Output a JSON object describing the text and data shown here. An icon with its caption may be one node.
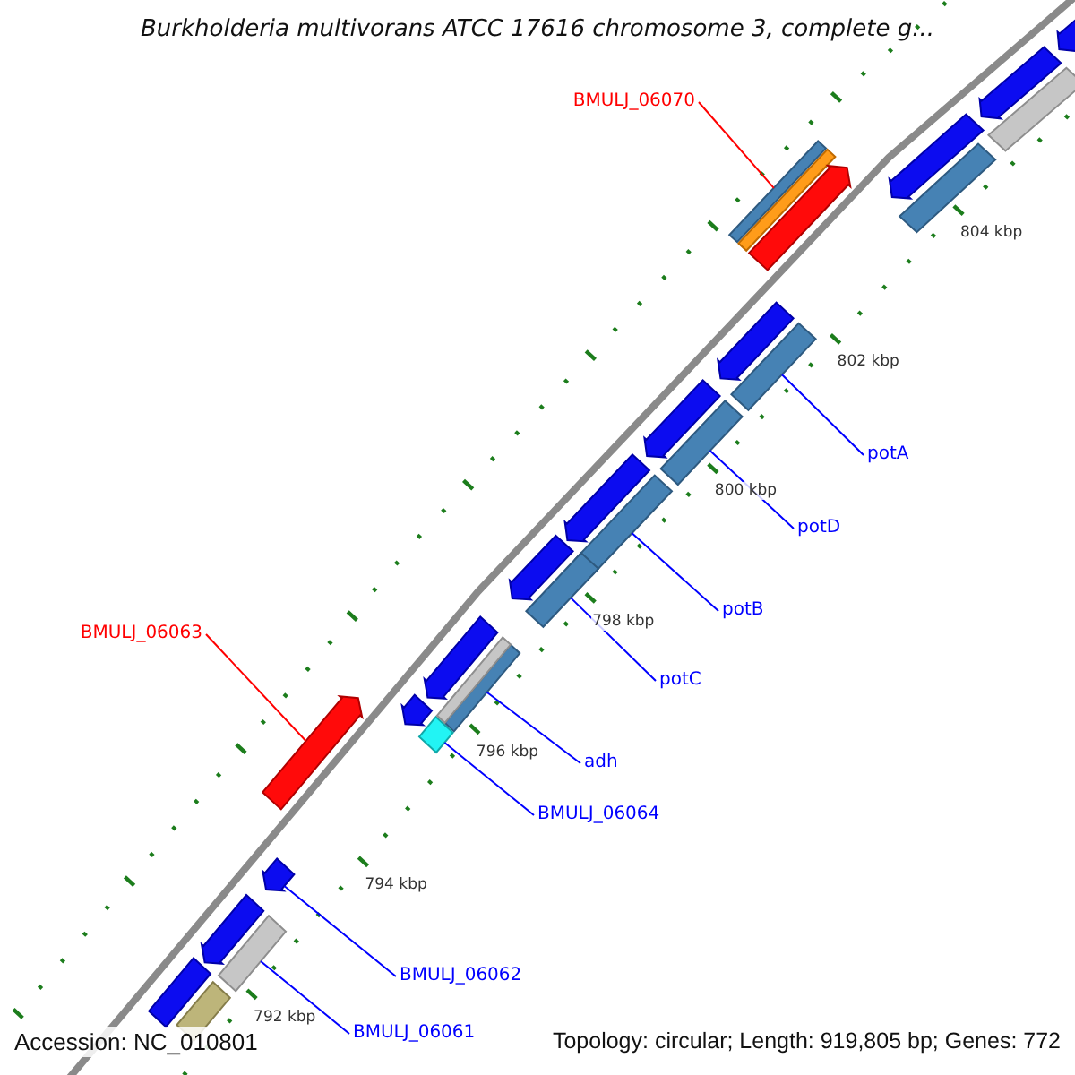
{
  "diagram": {
    "title": "Burkholderia multivorans ATCC 17616 chromosome 3, complete g...",
    "nodes": [
      {
        "text": [
          "BMULJ_06070"
        ]
      },
      {
        "text": [
          "potA"
        ]
      },
      {
        "text": [
          "potD"
        ]
      },
      {
        "text": [
          "potB"
        ]
      },
      {
        "text": [
          "BMULJ_06063"
        ]
      },
      {
        "text": [
          "potC"
        ]
      },
      {
        "text": [
          "adh"
        ]
      },
      {
        "text": [
          "BMULJ_06064"
        ]
      },
      {
        "text": [
          "BMULJ_06062"
        ]
      },
      {
        "text": [
          "BMULJ_06061"
        ]
      },
      {
        "text": [],
        "shape": "bar"
      },
      {
        "text": [],
        "shape": "bar"
      },
      {
        "text": [],
        "shape": "bar"
      },
      {
        "text": [],
        "shape": "bar"
      },
      {
        "text": [],
        "shape": "arrow"
      },
      {
        "text": [],
        "shape": "bar"
      },
      {
        "text": [],
        "shape": "bar"
      },
      {
        "text": [],
        "shape": "diamond"
      },
      {
        "text": [],
        "shape": "arrow"
      },
      {
        "text": [],
        "shape": "bar"
      },
      {
        "text": [],
        "shape": "arrow"
      },
      {
        "text": [],
        "shape": "bar"
      },
      {
        "text": [],
        "shape": "arrow"
      },
      {
        "text": [],
        "shape": "bar"
      },
      {
        "text": [],
        "shape": "arrow"
      },
      {
        "text": [],
        "shape": "bar"
      },
      {
        "text": [],
        "shape": "arrow"
      },
      {
        "text": [],
        "shape": "arrow"
      },
      {
        "text": [],
        "shape": "arrow"
      },
      {
        "text": [],
        "shape": "arrow"
      },
      {
        "text": [],
        "shape": "arrow"
      },
      {
        "text": [],
        "shape": "arrow"
      },
      {
        "text": [],
        "shape": "bar"
      },
      {
        "text": [],
        "shape": "arrow"
      },
      {
        "text": [],
        "shape": "arrow"
      },
      {
        "text": [],
        "shape": "bar"
      },
      {
        "text": [],
        "shape": "bar"
      }
    ],
    "edges": [
      {
        "from": 0,
        "to": 10,
        "arrow": "none",
        "color": "#ff0000"
      },
      {
        "from": 1,
        "to": 11,
        "arrow": "none"
      },
      {
        "from": 2,
        "to": 12,
        "arrow": "none"
      },
      {
        "from": 3,
        "to": 13,
        "arrow": "none"
      },
      {
        "from": 4,
        "to": 14,
        "arrow": "none",
        "color": "#ff0000"
      },
      {
        "from": 5,
        "to": 15,
        "arrow": "none"
      },
      {
        "from": 6,
        "to": 16,
        "arrow": "none"
      },
      {
        "from": 7,
        "to": 17,
        "arrow": "none"
      },
      {
        "from": 8,
        "to": 18,
        "arrow": "none"
      },
      {
        "from": 9,
        "to": 19,
        "arrow": "none"
      }
    ],
    "labels": [
      "804 kbp",
      "802 kbp",
      "800 kbp",
      "798 kbp",
      "796 kbp",
      "794 kbp",
      "792 kbp",
      "Accession: NC_010801",
      "Topology: circular; Length: 919,805 bp; Genes: 772"
    ]
  }
}
